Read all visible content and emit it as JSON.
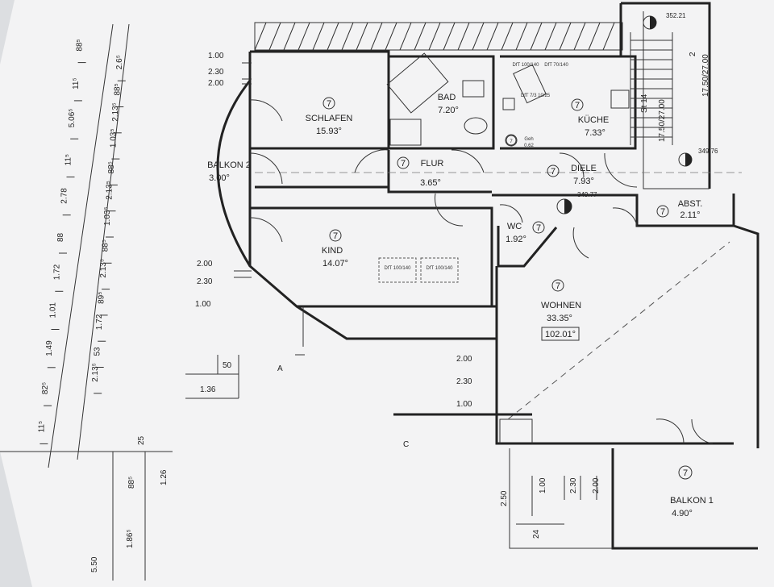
{
  "rooms": {
    "schlafen": {
      "name": "SCHLAFEN",
      "area": "15.93°",
      "num": "7"
    },
    "bad": {
      "name": "BAD",
      "area": "7.20°"
    },
    "kueche": {
      "name": "KÜCHE",
      "area": "7.33°",
      "num": "7"
    },
    "balkon2": {
      "name": "BALKON 2",
      "area": "3.00°"
    },
    "flur": {
      "name": "FLUR",
      "area": "3.65°",
      "num": "7"
    },
    "diele": {
      "name": "DIELE",
      "area": "7.93°",
      "num": "7"
    },
    "abst": {
      "name": "ABST.",
      "area": "2.11°",
      "num": "7"
    },
    "wc": {
      "name": "WC",
      "area": "1.92°",
      "num": "7"
    },
    "kind": {
      "name": "KIND",
      "area": "14.07°",
      "num": "7"
    },
    "wohnen": {
      "name": "WOHNEN",
      "area": "33.35°",
      "num": "7",
      "total": "102.01°"
    },
    "balkon1": {
      "name": "BALKON 1",
      "area": "4.90°",
      "num": "7"
    },
    "geh": {
      "name": "Geh",
      "area": "0.62",
      "num": "7"
    }
  },
  "levels": {
    "top": "352.21",
    "right": "349.76",
    "diele": "349.77"
  },
  "stairs": {
    "a": "17.50/27.00",
    "b": "2",
    "c": "St 14",
    "d": "17.50/27.00"
  },
  "dims_left": {
    "a1": "1.00",
    "a2": "2.30",
    "a3": "2.00",
    "b1": "2.00",
    "b2": "2.30",
    "b3": "1.00",
    "c1": "50",
    "c2": "1.36",
    "d1": "2.00",
    "d2": "2.30",
    "d3": "1.00"
  },
  "dims_chain_outer": [
    "88⁵",
    "11⁵",
    "5.06⁵",
    "11⁵",
    "2.78",
    "88",
    "1.72",
    "1.01",
    "1.49",
    "82⁵",
    "11⁵"
  ],
  "dims_chain_inner": [
    "2.6⁵",
    "88⁵",
    "2.13⁵",
    "1.03⁵",
    "88⁵",
    "2.13⁵",
    "1.03⁵",
    "88⁵",
    "2.13⁵",
    "89⁵",
    "1.72",
    "53",
    "2.13⁵"
  ],
  "dims_bottom_left": {
    "a": "25",
    "b": "88⁵",
    "c": "1.26",
    "d": "1.86⁵",
    "e": "5.50"
  },
  "dims_bottom": {
    "a": "2.50",
    "b": "1.00",
    "c": "2.30",
    "d": "2.00",
    "e": "24"
  },
  "markers": {
    "a": "A",
    "c": "C"
  },
  "fixtures": {
    "dt1": "DfT 100/140",
    "dt2": "DfT 100/140",
    "k1": "DfT 100/140",
    "k2": "DfT 70/140",
    "k3": "DfT 7/3 10/25"
  }
}
